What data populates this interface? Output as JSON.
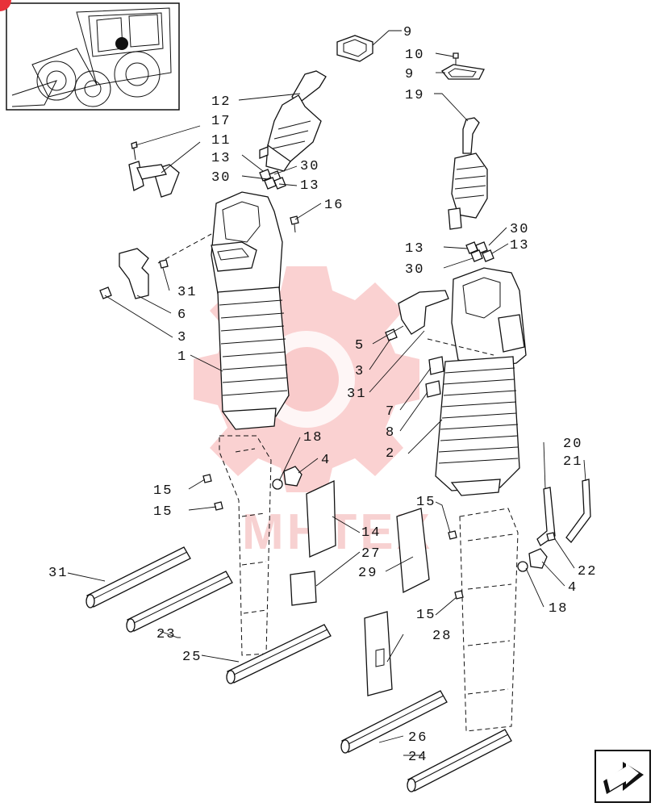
{
  "diagram": {
    "watermark_text": "MHTEX",
    "nav_icon": "arrow-next-icon",
    "accent": "#e8313a",
    "labels": {
      "l1": "1",
      "l2": "2",
      "l3a": "3",
      "l3b": "3",
      "l4a": "4",
      "l4b": "4",
      "l5": "5",
      "l6": "6",
      "l7": "7",
      "l8": "8",
      "l9a": "9",
      "l9b": "9",
      "l10": "10",
      "l11": "11",
      "l12": "12",
      "l13a": "13",
      "l13b": "13",
      "l13c": "13",
      "l13d": "13",
      "l14": "14",
      "l15a": "15",
      "l15b": "15",
      "l15c": "15",
      "l15d": "15",
      "l16": "16",
      "l17": "17",
      "l18a": "18",
      "l18b": "18",
      "l19": "19",
      "l20": "20",
      "l21": "21",
      "l22": "22",
      "l23": "23",
      "l24": "24",
      "l25": "25",
      "l26": "26",
      "l27": "27",
      "l28": "28",
      "l29": "29",
      "l30a": "30",
      "l30b": "30",
      "l30c": "30",
      "l30d": "30",
      "l31a": "31",
      "l31b": "31",
      "l31c": "31"
    }
  }
}
